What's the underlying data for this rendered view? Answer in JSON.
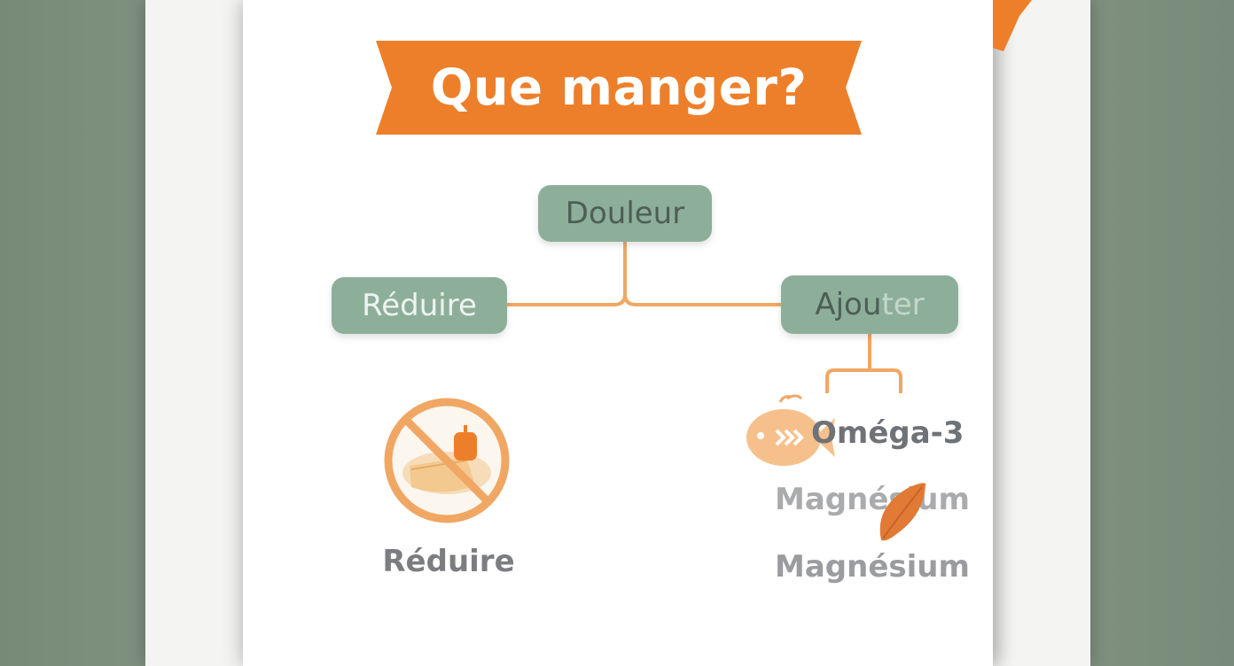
{
  "title": "Que manger?",
  "colors": {
    "orange": "#ee7f2a",
    "sage": "#8daf9a",
    "connector": "#f0a764",
    "text_gray": "#7b7d80"
  },
  "diagram": {
    "root": "Douleur",
    "left_branch": "Réduire",
    "right_branch": {
      "main": "Ajou",
      "faded": "ter"
    },
    "left_caption": "Réduire",
    "right_items": [
      "Oméga-3",
      "Magnésium",
      "Magnésium"
    ]
  },
  "icons": [
    "no-food-icon",
    "fish-icon",
    "leaf-icon"
  ]
}
